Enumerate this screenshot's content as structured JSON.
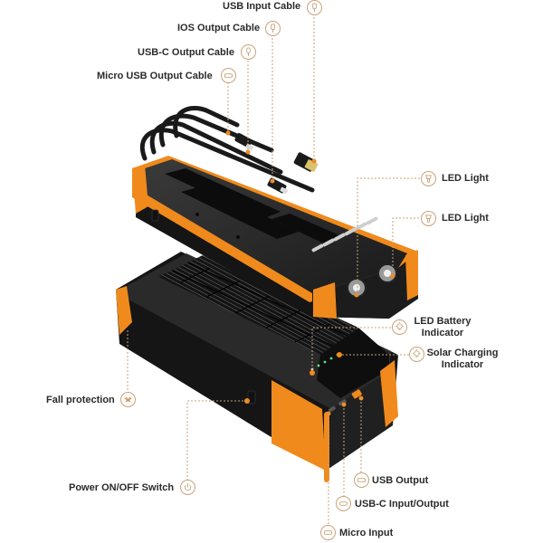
{
  "callouts": {
    "usb_input_cable": {
      "label": "USB Input Cable",
      "icon": "usb-cable-icon"
    },
    "ios_output_cable": {
      "label": "IOS Output Cable",
      "icon": "lightning-cable-icon"
    },
    "usbc_output_cable": {
      "label": "USB-C Output Cable",
      "icon": "usbc-cable-icon"
    },
    "micro_usb_output_cable": {
      "label": "Micro USB Output Cable",
      "icon": "micro-usb-port-icon"
    },
    "led_light_1": {
      "label": "LED Light",
      "icon": "flashlight-icon"
    },
    "led_light_2": {
      "label": "LED Light",
      "icon": "flashlight-icon"
    },
    "led_battery_indicator": {
      "label_line1": "LED Battery",
      "label_line2": "Indicator",
      "icon": "lightbulb-icon"
    },
    "solar_charging_indicator": {
      "label_line1": "Solar Charging",
      "label_line2": "Indicator",
      "icon": "lightbulb-icon"
    },
    "fall_protection": {
      "label": "Fall protection",
      "icon": "fall-protection-icon"
    },
    "power_switch": {
      "label": "Power ON/OFF Switch",
      "icon": "power-icon"
    },
    "usb_output": {
      "label": "USB Output",
      "icon": "usb-port-icon"
    },
    "usbc_input_output": {
      "label": "USB-C Input/Output",
      "icon": "usbc-port-icon"
    },
    "micro_input": {
      "label": "Micro Input",
      "icon": "micro-usb-port-icon"
    }
  },
  "colors": {
    "accent_orange": "#f08a1c",
    "body_black": "#1e1e1e",
    "callout_line": "#c9a27a",
    "label_text": "#2b2b2b",
    "indicator_green": "#5de08a"
  }
}
